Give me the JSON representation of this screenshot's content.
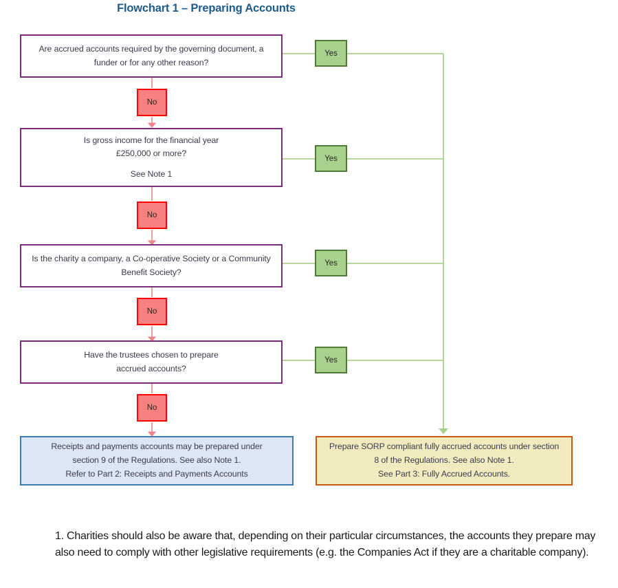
{
  "title": "Flowchart 1 – Preparing Accounts",
  "colors": {
    "title": "#1F5C8B",
    "decision_border": "#7B2D7B",
    "decision_fill": "#FFFFFF",
    "yes_fill": "#A9D18E",
    "yes_border": "#4E7A33",
    "no_fill": "#F98080",
    "no_border": "#FF0000",
    "yes_wire": "#A9D18E",
    "no_wire": "#F1848A",
    "outcome_blue_fill": "#DCE6F4",
    "outcome_blue_border": "#3F7CAC",
    "outcome_yellow_fill": "#F2EBBF",
    "outcome_yellow_border": "#C55A11"
  },
  "decisions": [
    {
      "id": "accrued-required",
      "lines": [
        "Are accrued accounts required by the governing document, a",
        "funder or for any other reason?"
      ],
      "note": ""
    },
    {
      "id": "gross-income",
      "lines": [
        "Is gross income for the financial year",
        "£250,000 or more?"
      ],
      "note": "See Note 1"
    },
    {
      "id": "company-or-society",
      "lines": [
        "Is the charity a company, a Co-operative Society or a Community",
        "Benefit Society?"
      ],
      "note": ""
    },
    {
      "id": "trustees-chosen",
      "lines": [
        "Have the trustees chosen to prepare",
        "accrued accounts?"
      ],
      "note": ""
    }
  ],
  "yes_labels": [
    "Yes",
    "Yes",
    "Yes",
    "Yes"
  ],
  "no_labels": [
    "No",
    "No",
    "No",
    "No"
  ],
  "outcomes": {
    "receipts_and_payments": {
      "lines": [
        "Receipts and payments accounts may be prepared under",
        "section 9 of the Regulations. See also Note 1.",
        "Refer to Part 2: Receipts and Payments Accounts"
      ]
    },
    "fully_accrued": {
      "lines": [
        "Prepare SORP compliant fully accrued accounts under section",
        "8 of the Regulations. See also Note 1.",
        "See Part 3: Fully Accrued Accounts."
      ]
    }
  },
  "footnote": "1. Charities should also be aware that, depending on their particular circumstances, the accounts they prepare may also need to comply with other legislative requirements (e.g. the Companies Act if they are a charitable company)."
}
